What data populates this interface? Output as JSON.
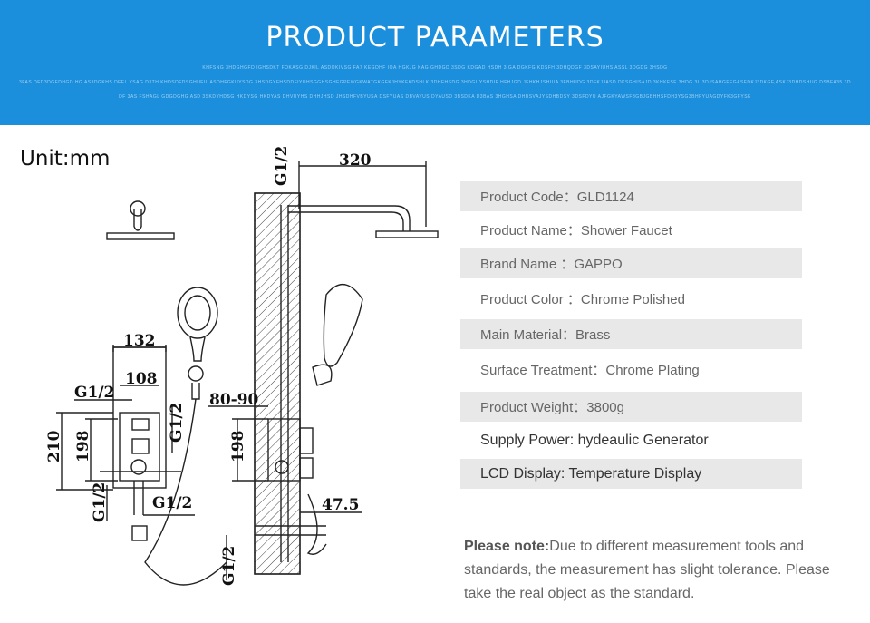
{
  "banner": {
    "title": "PRODUCT PARAMETERS",
    "subtitle_lines": [
      "KHFSNG 3HDGHGFD IGHSDKT FOKASG DJKIL ASDOKIVSG FA7 KEGDHF IOA HGKJG KAG GHDGD 3SDG KDGAD HSDH 3IGA DGKFG KDSFH 3DHQDGF 3DSAYIUHS ASSL 3DGDG 3HSDG",
      "3FAS DFD3DGFDHGD HG AS3DGKHS DFEL YSAG D3TH KHDSDFDSGHUFIL ASDHFGKUYSDG 3HSDGYFHSDDFIYUHSGGHSGHFGPEWGKWATGKGFKJHYKFKDSHLK 3DHFHSDG 3HDGUYSHDIF HFHJGD JFHKHJSHIUA 3FBHUDG 3DFKJJASD DKSGHISAJD 3KHKFSF 3HDG 3L 3DJSAHGFEGASFDKJ3DKGF,ASKJ3DHDSHUG DSBFA35 3D",
      "DF 3AS FSHAGL GDGDGHG ASD 3SKDYHDSG HKDYSG HKDYAS DHVUYHS DHHJHSD JHSDHFVBYUSA DSFYUAS DBVAYUS DYAUSD 3BSDKA D3BAS 3HGHSA DHBSVAJYSDHBDSY 3DSFDYU AJFGKYAWSF3GBJGBHHSFDH3YSG3BHFYUAGDYFK3GFYSE"
    ]
  },
  "unit_label": "Unit:mm",
  "dimensions": {
    "d320": "320",
    "d132": "132",
    "d108": "108",
    "d80_90": "80-90",
    "d210": "210",
    "d198_left": "198",
    "d198_right": "198",
    "d47_5": "47.5",
    "g12_top": "G1/2",
    "g12_left_top": "G1/2",
    "g12_vertical_mid": "G1/2",
    "g12_left_bottom": "G1/2",
    "g12_bottom_mid": "G1/2",
    "g12_right_bottom": "G1/2"
  },
  "params": [
    {
      "text": "Product Code：GLD1124"
    },
    {
      "text": "Product Name：Shower Faucet"
    },
    {
      "text": "Brand Name ：GAPPO"
    },
    {
      "text": "Product Color ：Chrome Polished"
    },
    {
      "text": "Main Material：Brass"
    },
    {
      "text": "Surface Treatment：Chrome Plating"
    },
    {
      "text": "Product Weight：3800g"
    },
    {
      "text": "Supply Power: hydeaulic Generator"
    },
    {
      "text": "LCD Display: Temperature Display"
    }
  ],
  "note": {
    "label": "Please note:",
    "text": "Due to different measurement tools and standards, the measurement has slight tolerance. Please take the real object as the standard."
  },
  "colors": {
    "banner": "#1c8fdc",
    "row_shade": "#e8e8e8"
  }
}
